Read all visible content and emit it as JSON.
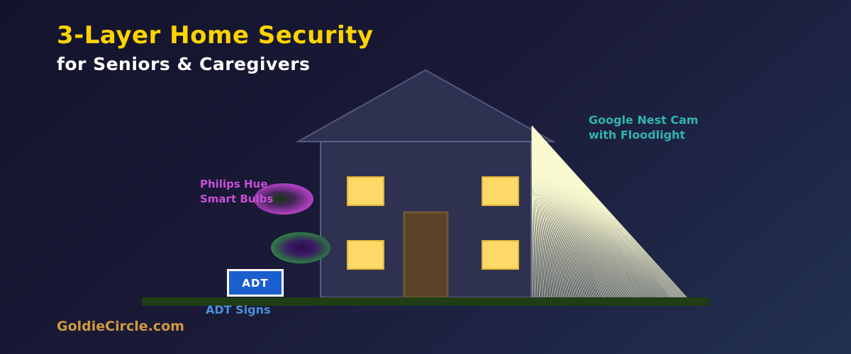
{
  "header": {
    "title": "3-Layer Home Security",
    "subtitle": "for Seniors & Caregivers"
  },
  "annotations": {
    "smart_bulbs": {
      "line1": "Philips Hue",
      "line2": "Smart Bulbs"
    },
    "nest_cam": {
      "line1": "Google Nest Cam",
      "line2": "with Floodlight"
    },
    "adt": {
      "board": "ADT",
      "caption": "ADT Signs"
    }
  },
  "footer": {
    "brand": "GoldieCircle.com"
  },
  "colors": {
    "title_yellow": "#FFD400",
    "subtitle_white": "#FFFFFF",
    "nest_cam_teal": "#30B5AA",
    "smart_bulbs_magenta": "#C94FD6",
    "adt_caption_blue": "#4A90D9",
    "adt_board_blue": "#1B5FCE",
    "adt_board_text": "#FFFFFF",
    "brand_gold": "#CF9B3D",
    "beam": "#FAFAD0",
    "house_fill": "#2E3150",
    "wall_stroke": "#5A5F82",
    "roof_stroke": "#53587E",
    "window_fill": "#FED968",
    "window_stroke": "#DFB33C",
    "door_fill": "#5A4326",
    "door_stroke": "#6E5633",
    "ground_green": "#1F3D16",
    "bulb_magenta": "#C84FD2",
    "bulb_green": "#3FA055"
  }
}
